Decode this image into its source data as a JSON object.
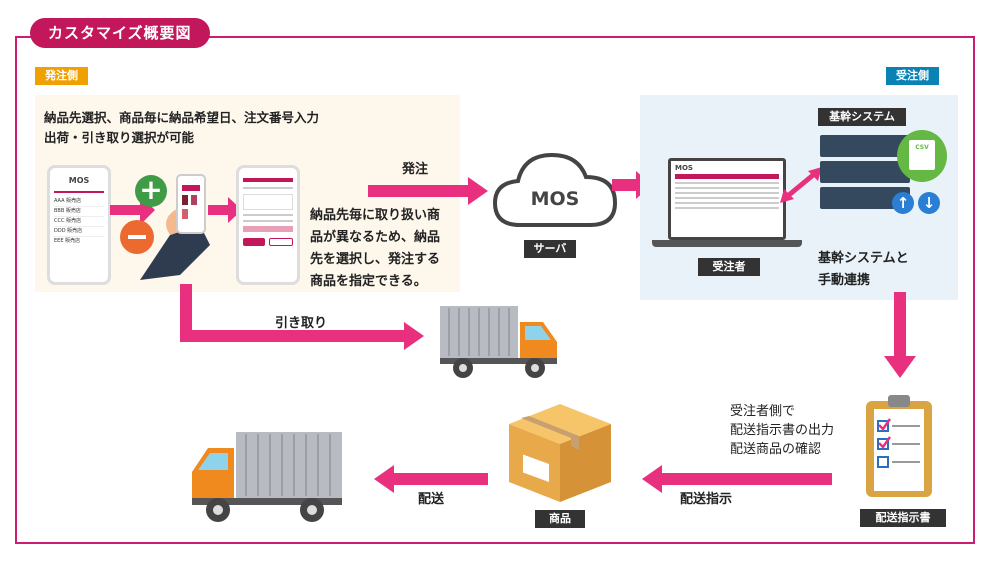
{
  "header": {
    "title": "カスタマイズ概要図"
  },
  "tags": {
    "order_side": "発注側",
    "receiver_side": "受注側"
  },
  "left_panel": {
    "heading_line1": "納品先選択、商品毎に納品希望日、注文番号入力",
    "heading_line2": "出荷・引き取り選択が可能",
    "desc_lines": [
      "納品先毎に取り扱い商",
      "品が異なるため、納品",
      "先を選択し、発注する",
      "商品を指定できる。"
    ],
    "phone_logo": "MOS",
    "phone_list": [
      "AAA 販売店",
      "BBB 販売店",
      "CCC 販売店",
      "DDD 販売店",
      "EEE 販売店"
    ]
  },
  "flow": {
    "order_label": "発注",
    "pickup_label": "引き取り",
    "delivery_label": "配送",
    "delivery_instruction_label": "配送指示"
  },
  "server": {
    "logo": "MOS",
    "label": "サーバ"
  },
  "right_panel": {
    "core_system_label": "基幹システム",
    "csv_label": "CSV",
    "laptop_logo": "MOS",
    "laptop_label": "受注者",
    "sync_line1": "基幹システムと",
    "sync_line2": "手動連携"
  },
  "bottom": {
    "receiver_note": [
      "受注者側で",
      "配送指示書の出力",
      "配送商品の確認"
    ],
    "clipboard_label": "配送指示書",
    "product_label": "商品"
  },
  "colors": {
    "accent": "#e8307f",
    "brand": "#c2185b",
    "order_tag": "#f0a000",
    "receiver_tag": "#0a82b4"
  }
}
